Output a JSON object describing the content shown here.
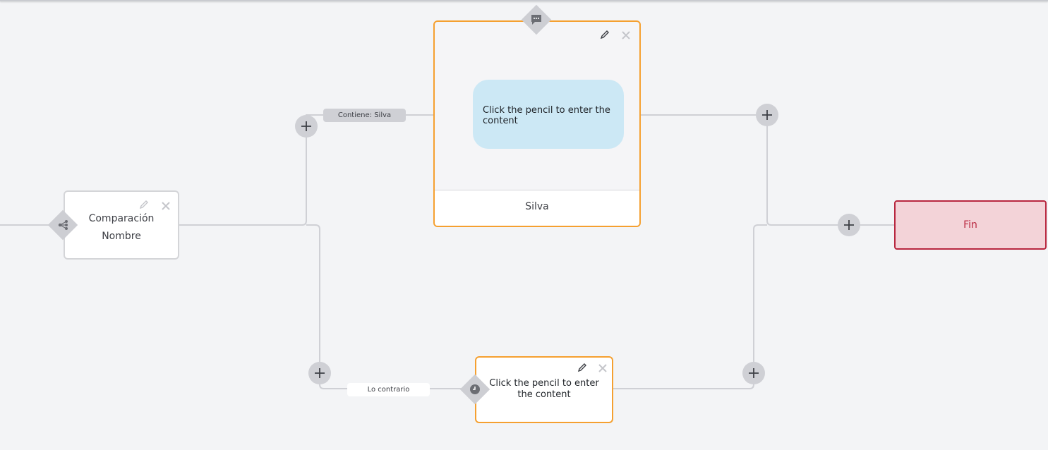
{
  "nodes": {
    "comparison": {
      "title": "Comparación",
      "subtitle": "Nombre"
    },
    "message": {
      "content": "Click the pencil to enter the content",
      "footer": "Silva"
    },
    "wait": {
      "content": "Click the pencil to enter the content"
    },
    "end": {
      "label": "Fin"
    }
  },
  "edges": {
    "contains_label": "Contiene: Silva",
    "else_label": "Lo contrario"
  },
  "colors": {
    "canvas": "#f3f4f6",
    "active_border": "#f5a030",
    "end_fill": "#f3d3d8",
    "end_border": "#b8273f",
    "bubble": "#cce8f5"
  }
}
